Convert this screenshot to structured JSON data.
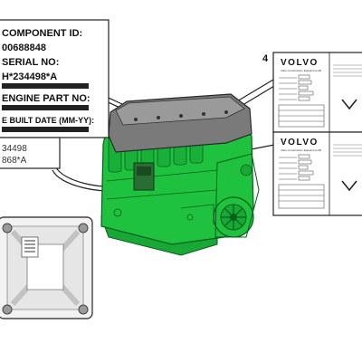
{
  "main_label": {
    "lines": [
      "COMPONENT ID:",
      "00688848",
      "SERIAL NO:",
      "H*234498*A",
      "ENGINE PART NO:",
      "E BUILT DATE (MM-YY):"
    ]
  },
  "sub_label": {
    "lines": [
      "34498",
      "868*A"
    ]
  },
  "callout_number": "4",
  "emission_labels": [
    {
      "brand": "VOLVO",
      "subtitle": "Volvo Construction Equipment AB"
    },
    {
      "brand": "VOLVO",
      "subtitle": "Volvo Construction Equipment AB"
    }
  ],
  "colors": {
    "engine_green": "#1fc23e",
    "engine_green_dark": "#0f8a2b",
    "valve_cover_gray": "#7a7a7a"
  }
}
